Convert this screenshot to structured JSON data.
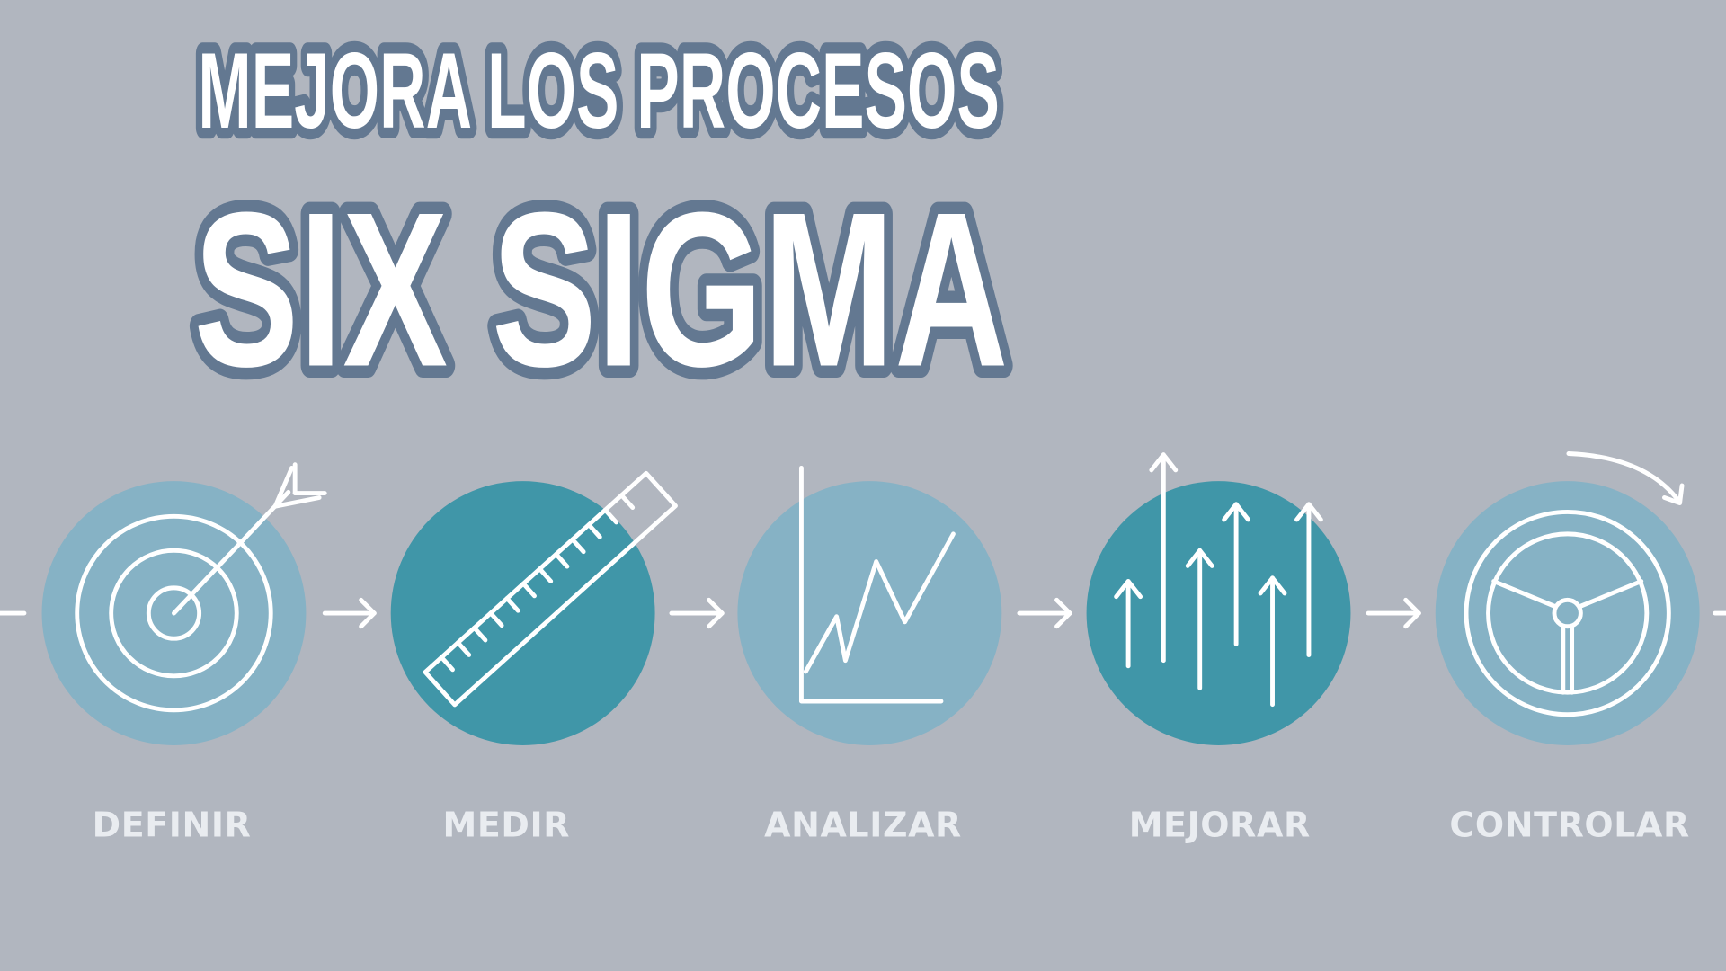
{
  "title": {
    "line1": "MEJORA LOS PROCESOS",
    "line2": "SIX SIGMA"
  },
  "steps": [
    {
      "label": "DEFINIR",
      "icon": "target-icon"
    },
    {
      "label": "MEDIR",
      "icon": "ruler-icon"
    },
    {
      "label": "ANALIZAR",
      "icon": "line-chart-icon"
    },
    {
      "label": "MEJORAR",
      "icon": "up-arrows-icon"
    },
    {
      "label": "CONTROLAR",
      "icon": "steering-wheel-icon"
    }
  ],
  "colors": {
    "background": "#b1b6bf",
    "circle_light": "#86b2c5",
    "circle_dark": "#4096a8",
    "title_outline": "#637891"
  }
}
